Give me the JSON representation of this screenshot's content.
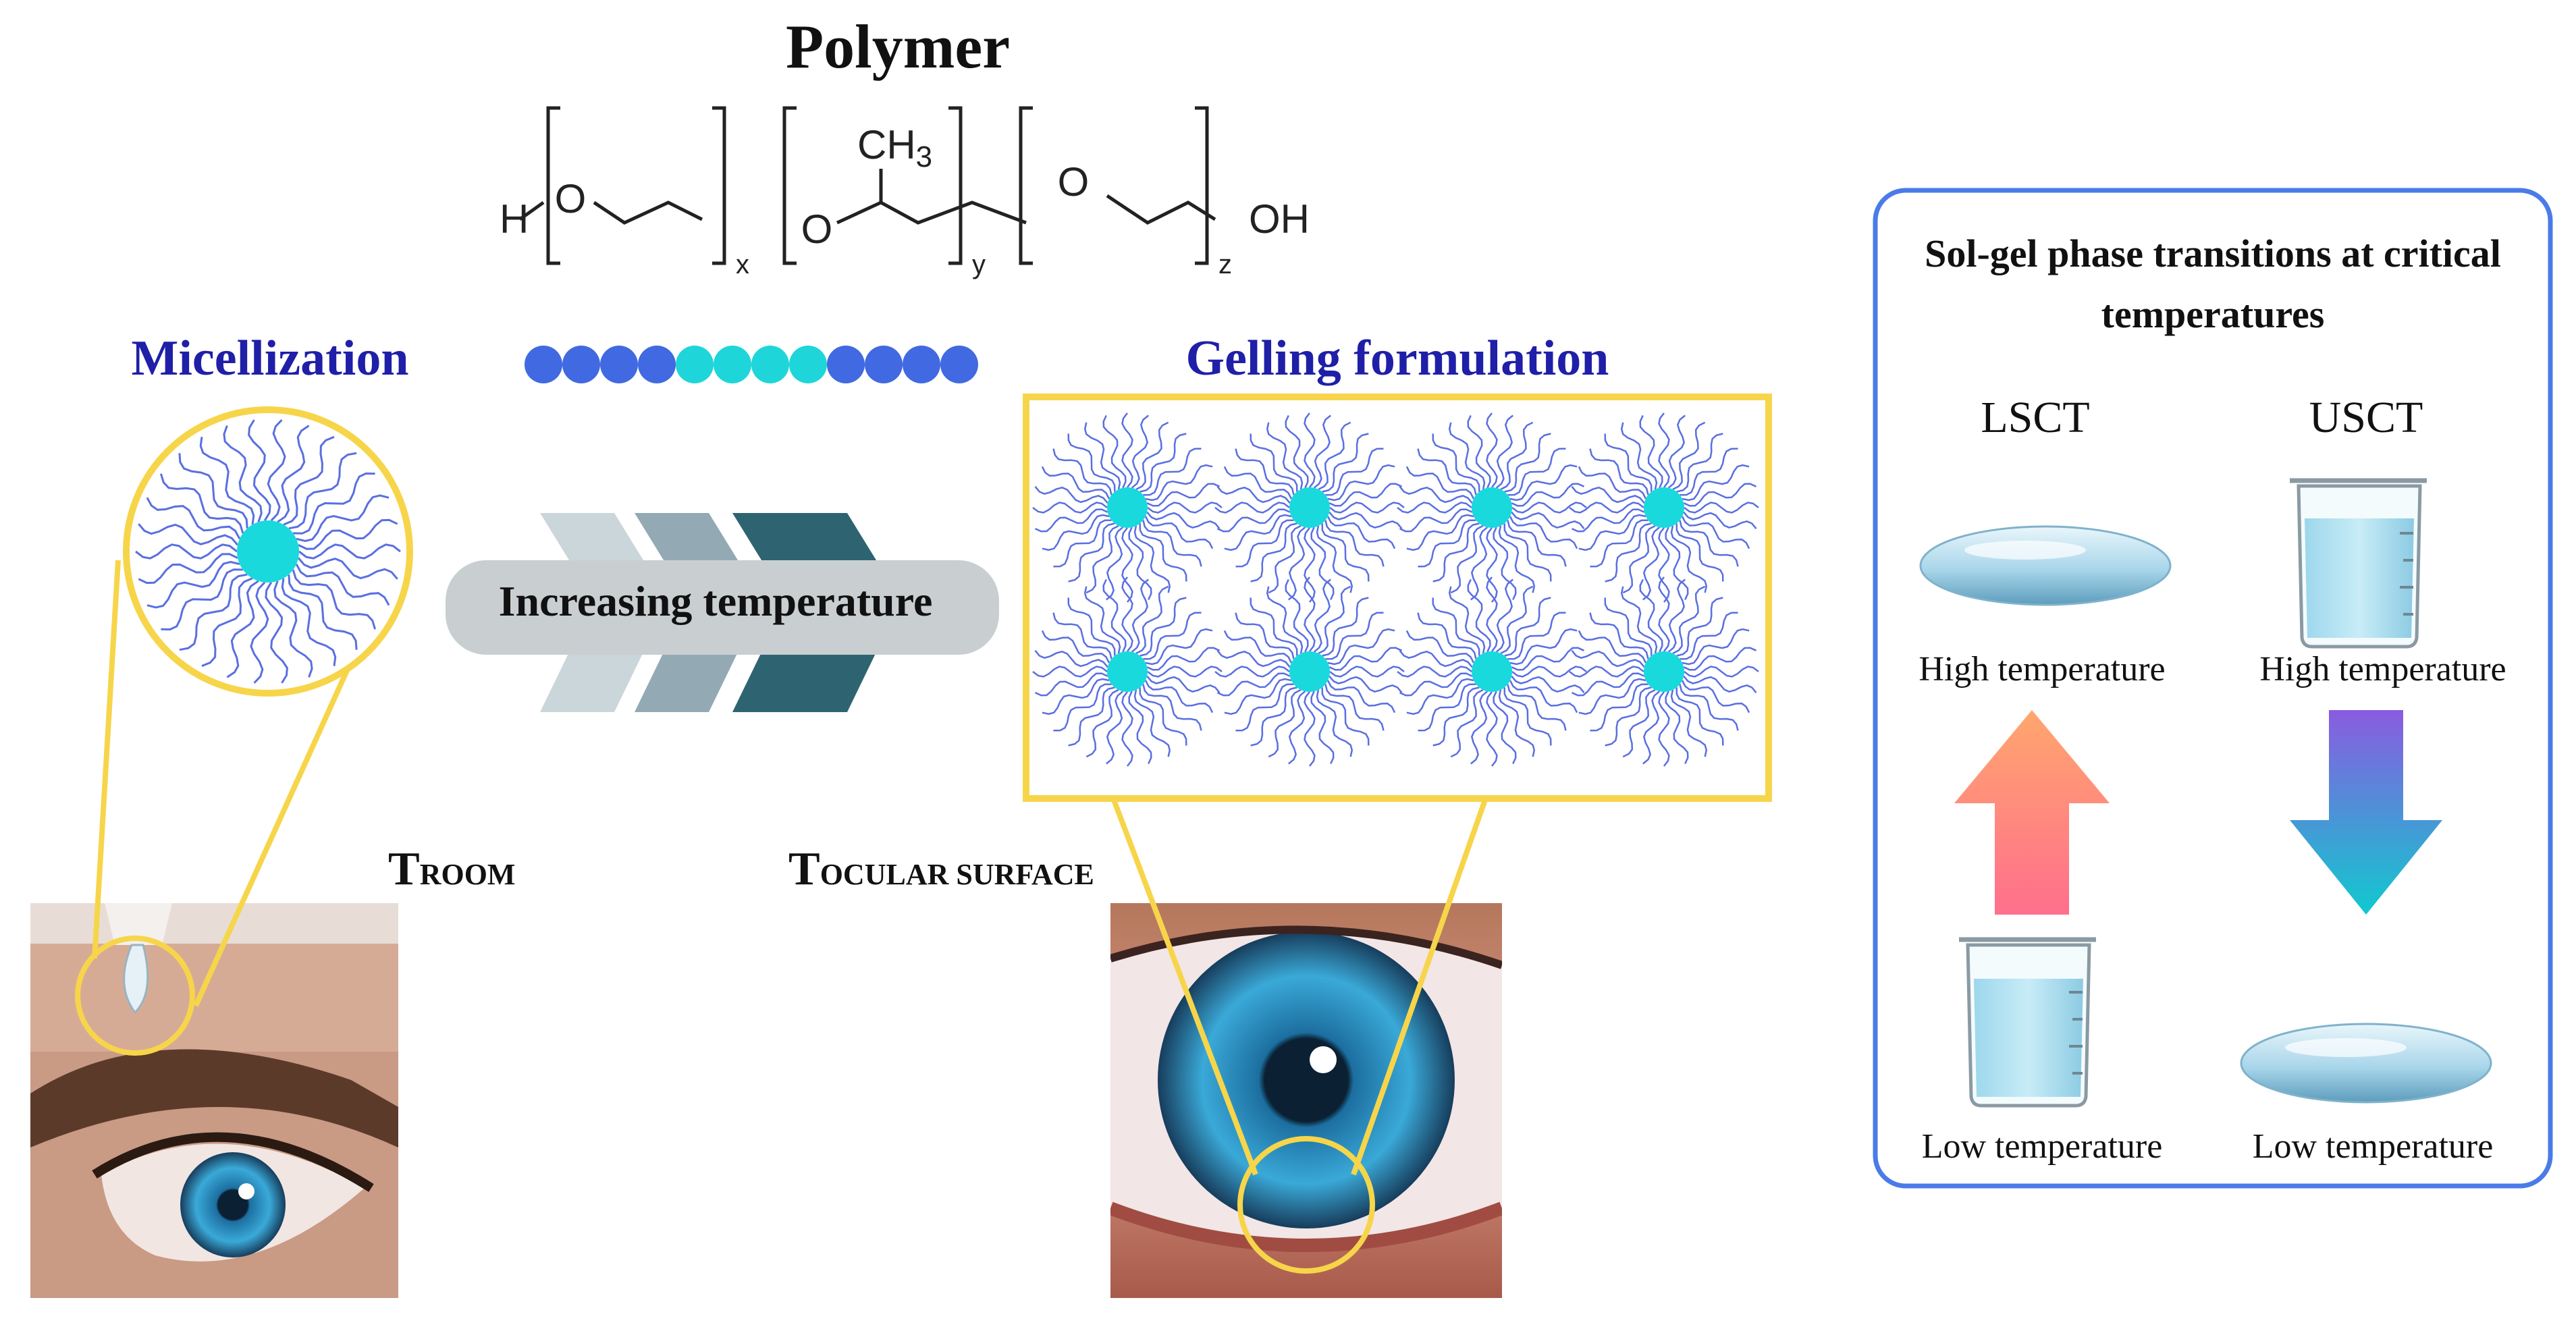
{
  "title": "Polymer",
  "chemical": {
    "h": "H",
    "o1": "O",
    "o2": "O",
    "o3": "O",
    "ch3": "CH",
    "ch3_sub": "3",
    "oh": "OH",
    "sub_x": "x",
    "sub_y": "y",
    "sub_z": "z"
  },
  "chain_beads": [
    "blue",
    "blue",
    "blue",
    "blue",
    "cyan",
    "cyan",
    "cyan",
    "cyan",
    "blue",
    "blue",
    "blue",
    "blue"
  ],
  "colors": {
    "blue_bead": "#4169e1",
    "cyan_bead": "#1ed6d9",
    "core": "#19d9dc",
    "tail": "#5a6fe0",
    "yellow": "#f7d54a",
    "heading_blue": "#1f1fa8",
    "box_border": "#4a7be8",
    "arrow_light": "#cbd6db",
    "arrow_mid": "#93aab5",
    "arrow_dark": "#2e6472",
    "pill": "#c9cfd1"
  },
  "labels": {
    "micellization": "Micellization",
    "gelling": "Gelling formulation",
    "increasing": "Increasing temperature",
    "t_room_main": "T",
    "t_room_sub": "ROOM",
    "t_ocular_main": "T",
    "t_ocular_sub": "OCULAR SURFACE"
  },
  "panel": {
    "title_line1": "Sol-gel phase transitions at critical",
    "title_line2": "temperatures",
    "lsct": "LSCT",
    "usct": "USCT",
    "lsct_top": "High temperature",
    "usct_top": "High temperature",
    "lsct_bottom": "Low temperature",
    "usct_bottom": "Low temperature",
    "arrow_up_icon": "arrow-up-icon",
    "arrow_down_icon": "arrow-down-icon"
  }
}
